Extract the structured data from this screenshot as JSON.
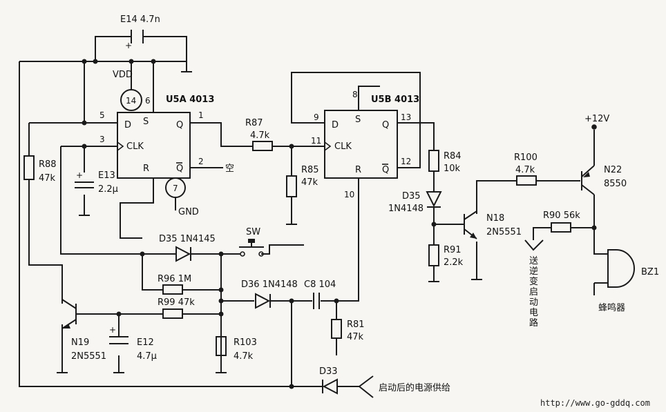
{
  "components": {
    "e14": {
      "ref": "E14",
      "value": "4.7n"
    },
    "vdd": "VDD",
    "u5a": {
      "ref": "U5A",
      "part": "4013",
      "pin14": "14",
      "pin6": "6",
      "pin5": "5",
      "pin3": "3",
      "pin1": "1",
      "pin2": "2",
      "pin7": "7",
      "d": "D",
      "s": "S",
      "q": "Q",
      "clk": "CLK",
      "r": "R",
      "qbar": "Q"
    },
    "gnd": "GND",
    "empty_label": "空",
    "r88": {
      "ref": "R88",
      "value": "47k"
    },
    "e13": {
      "ref": "E13",
      "value": "2.2μ"
    },
    "r87": {
      "ref": "R87",
      "value": "4.7k"
    },
    "r85": {
      "ref": "R85",
      "value": "47k"
    },
    "u5b": {
      "ref": "U5B",
      "part": "4013",
      "pin8": "8",
      "pin9": "9",
      "pin11": "11",
      "pin13": "13",
      "pin12": "12",
      "pin10": "10",
      "d": "D",
      "s": "S",
      "q": "Q",
      "clk": "CLK",
      "r": "R",
      "qbar": "Q"
    },
    "r84": {
      "ref": "R84",
      "value": "10k"
    },
    "d35b": {
      "ref": "D35",
      "part": "1N4148"
    },
    "r91": {
      "ref": "R91",
      "value": "2.2k"
    },
    "n18": {
      "ref": "N18",
      "part": "2N5551"
    },
    "r100": {
      "ref": "R100",
      "value": "4.7k"
    },
    "plus12": "+12V",
    "n22": {
      "ref": "N22",
      "part": "8550"
    },
    "r90": {
      "ref": "R90",
      "value": "56k"
    },
    "to_inverter": "送逆变启动电路",
    "bz1": {
      "ref": "BZ1",
      "name": "蜂鸣器"
    },
    "d35a": {
      "ref": "D35",
      "part": "1N4145"
    },
    "sw": "SW",
    "r96": {
      "ref": "R96",
      "value": "1M"
    },
    "r99": {
      "ref": "R99",
      "value": "47k"
    },
    "d36": {
      "ref": "D36",
      "part": "1N4148"
    },
    "c8": {
      "ref": "C8",
      "value": "104"
    },
    "r81": {
      "ref": "R81",
      "value": "47k"
    },
    "n19": {
      "ref": "N19",
      "part": "2N5551"
    },
    "e12": {
      "ref": "E12",
      "value": "4.7μ"
    },
    "r103": {
      "ref": "R103",
      "value": "4.7k"
    },
    "d33": {
      "ref": "D33"
    },
    "supply_label": "启动后的电源供给"
  },
  "watermark": "http://www.go-gddq.com"
}
